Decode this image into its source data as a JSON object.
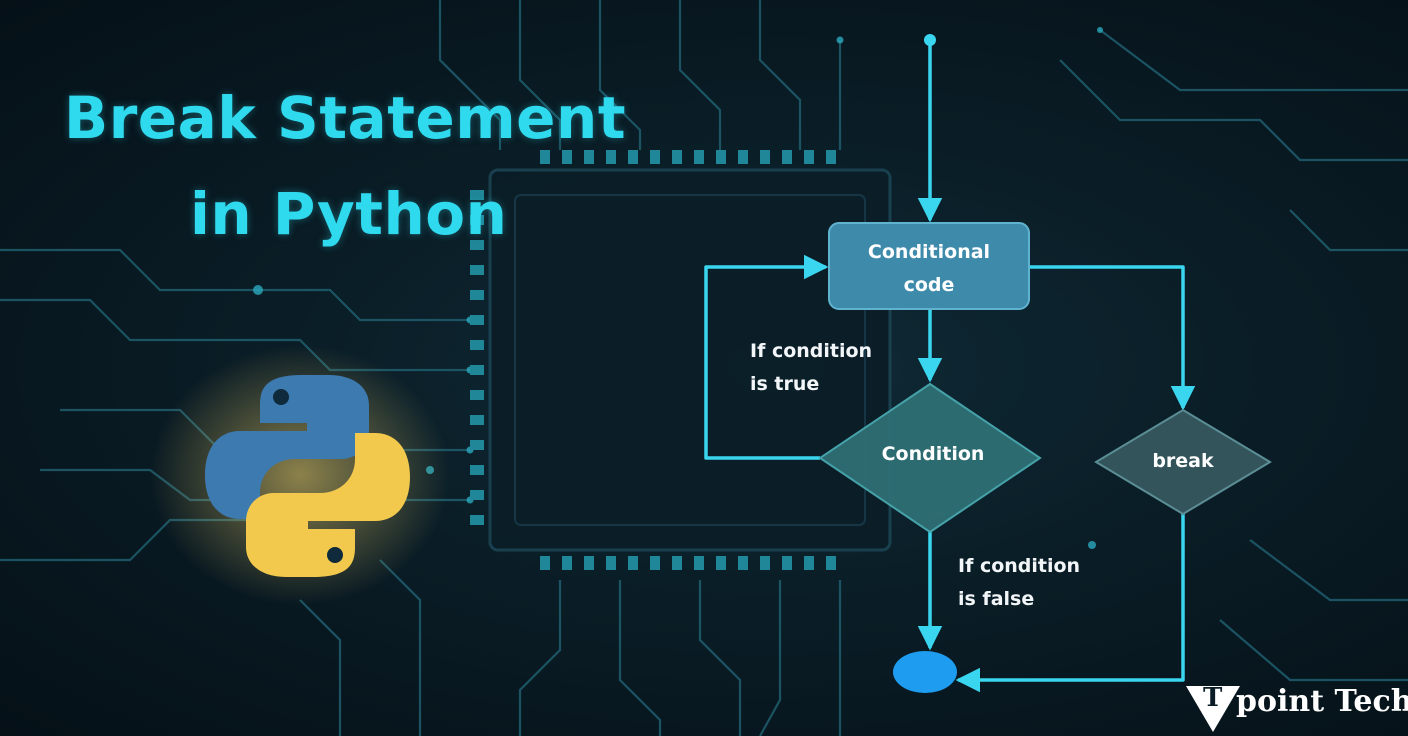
{
  "title": {
    "line1": "Break Statement",
    "line2": "in Python"
  },
  "flowchart": {
    "nodes": {
      "conditional_code": "Conditional code",
      "condition": "Condition",
      "break": "break"
    },
    "edges": {
      "true_label": "If condition\nis true",
      "false_label": "If condition\nis false"
    }
  },
  "brand": {
    "logo_letter": "T",
    "text": "point Tech"
  },
  "colors": {
    "accent": "#2fd9ee",
    "line": "#3ad6ef",
    "process_box": "#3d8aab",
    "condition_diamond": "#2e6f74",
    "break_diamond": "#34545b",
    "end_node": "#1e9cf0",
    "python_blue": "#3d7ab0",
    "python_yellow": "#f2c94c"
  },
  "icons": [
    "python-logo-icon",
    "tpoint-logo-icon"
  ]
}
